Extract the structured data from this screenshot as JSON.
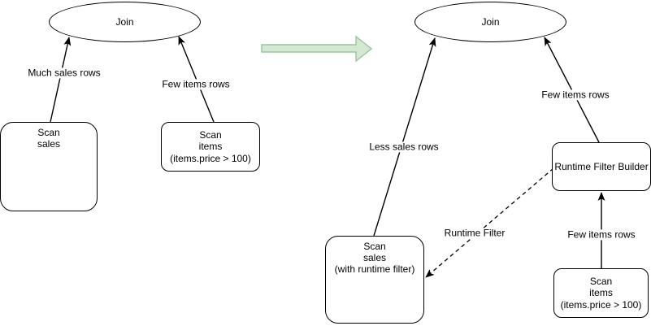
{
  "left_plan": {
    "join": "Join",
    "scan_sales": "Scan\nsales",
    "scan_items": "Scan\nitems\n(items.price > 100)",
    "edges": {
      "much_sales_rows": "Much sales rows",
      "few_items_rows": "Few items rows"
    }
  },
  "right_plan": {
    "join": "Join",
    "scan_sales": "Scan\nsales\n(with runtime filter)",
    "runtime_filter_builder": "Runtime Filter Builder",
    "scan_items": "Scan\nitems\n(items.price > 100)",
    "edges": {
      "less_sales_rows": "Less sales rows",
      "few_items_rows_top": "Few items rows",
      "runtime_filter": "Runtime Filter",
      "few_items_rows_bottom": "Few items rows"
    }
  },
  "colors": {
    "line": "#000000",
    "node_fill": "#ffffff",
    "background": "#ffffff",
    "transform_arrow_fill": "#d5e8d4",
    "transform_arrow_stroke": "#9cc39b"
  }
}
